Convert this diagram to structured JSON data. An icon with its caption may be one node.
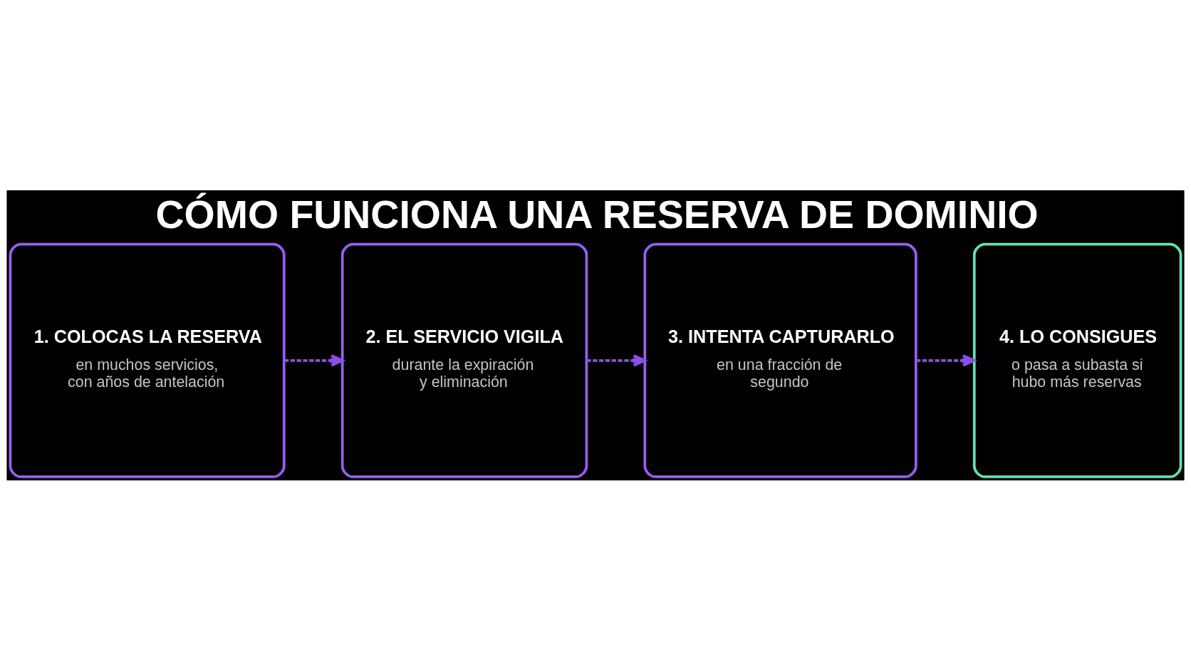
{
  "diagram": {
    "title": "CÓMO FUNCIONA UNA RESERVA DE DOMINIO",
    "nodes": [
      {
        "text": [
          "1. COLOCAS LA RESERVA",
          "en muchos servicios, con años de antelación"
        ]
      },
      {
        "text": [
          "2. EL SERVICIO VIGILA",
          "durante la expiración y eliminación"
        ]
      },
      {
        "text": [
          "3. INTENTA CAPTURARLO",
          "en una fracción de segundo"
        ]
      },
      {
        "text": [
          "4. LO CONSIGUES",
          "o pasa a subasta si hubo más reservas"
        ]
      }
    ],
    "edges": [
      {
        "from": 0,
        "to": 1,
        "arrow": "to",
        "style": "dashed"
      },
      {
        "from": 1,
        "to": 2,
        "arrow": "to",
        "style": "dashed"
      },
      {
        "from": 2,
        "to": 3,
        "arrow": "to",
        "style": "dashed"
      }
    ]
  }
}
